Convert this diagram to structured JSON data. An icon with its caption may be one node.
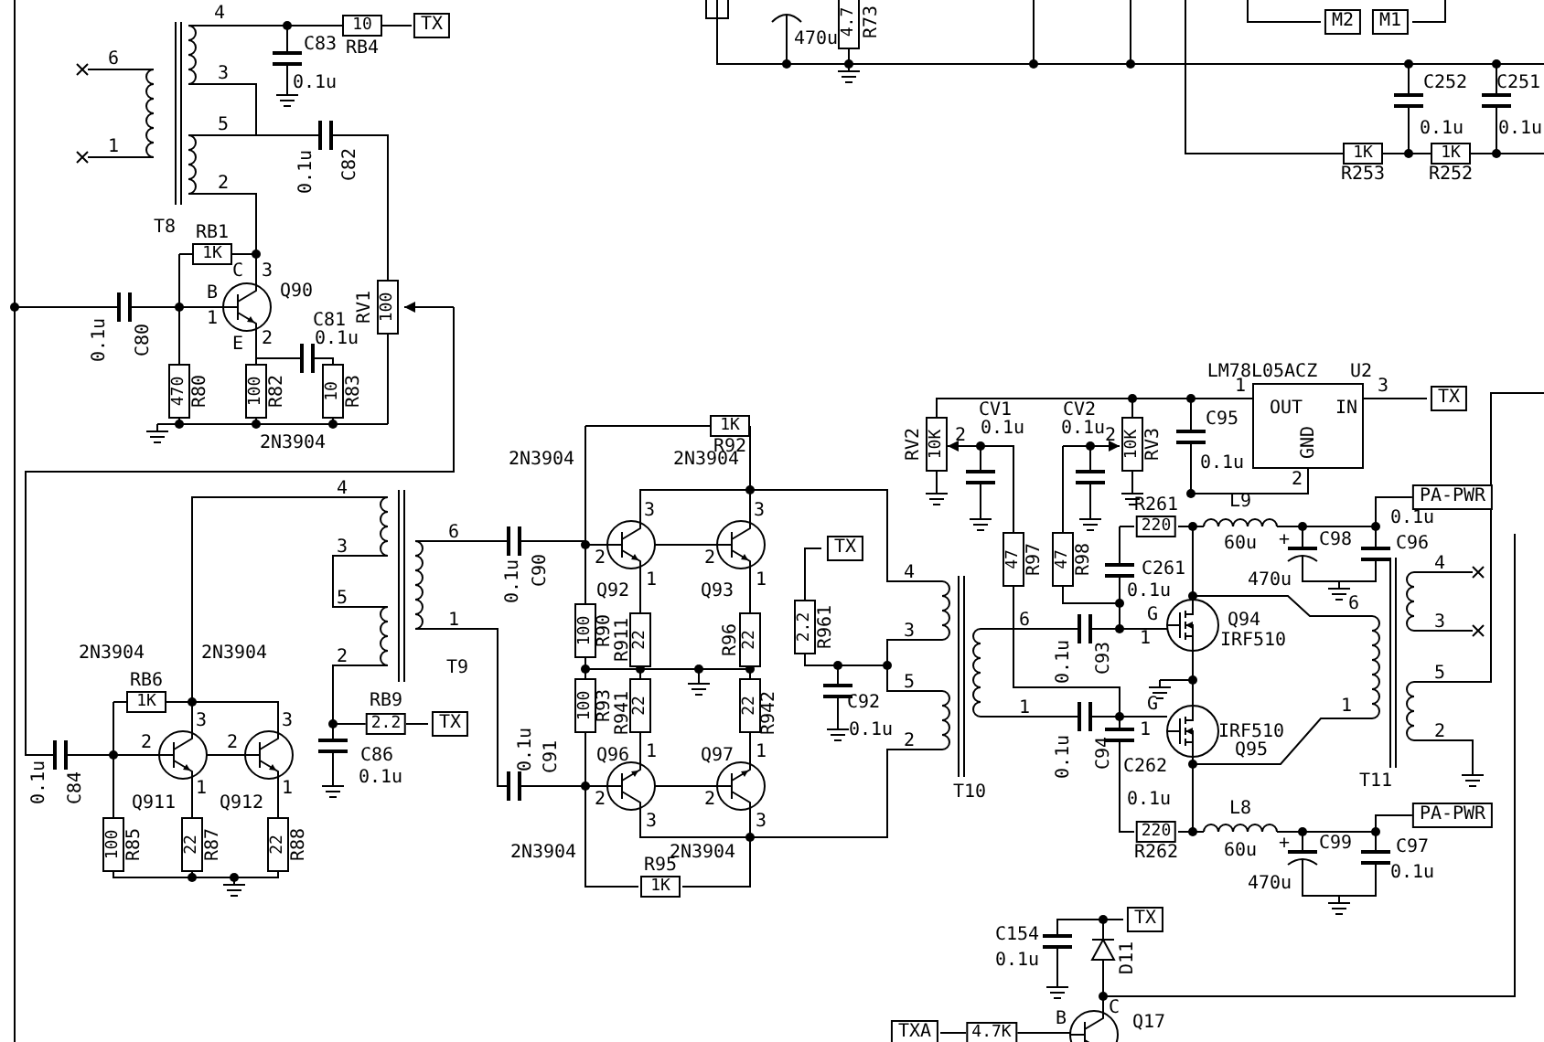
{
  "diagram": {
    "labels": [
      "4",
      "C83",
      "10",
      "RB4",
      "TX",
      "6",
      "3",
      "0.1u",
      "5",
      "1",
      "0.1u",
      "C82",
      "2",
      "T8",
      "RB1",
      "1K",
      "C",
      "3",
      "B",
      "Q90",
      "1",
      "RV1",
      "100",
      "C81",
      "E",
      "2",
      "0.1u",
      "0.1u",
      "C80",
      "470",
      "R80",
      "100",
      "R82",
      "10",
      "R83",
      "2N3904",
      "470u",
      "4.7",
      "R73",
      "M2",
      "M1",
      "C252",
      "C251",
      "0.1u",
      "0.1u",
      "1K",
      "R253",
      "1K",
      "R252",
      "LM78L05ACZ",
      "U2",
      "1",
      "OUT",
      "IN",
      "3",
      "TX",
      "GND",
      "2",
      "CV1",
      "0.1u",
      "CV2",
      "0.1u",
      "RV2",
      "10K",
      "2",
      "10K",
      "RV3",
      "2",
      "C95",
      "0.1u",
      "1K",
      "R92",
      "2N3904",
      "2N3904",
      "R261",
      "220",
      "L9",
      "60u",
      "PA-PWR",
      "4",
      "6",
      "0.1u",
      "C90",
      "3",
      "3",
      "TX",
      "+",
      "C98",
      "C96",
      "2",
      "2",
      "3",
      "4",
      "C261",
      "4",
      "470u",
      "0.1u",
      "1",
      "1",
      "Q92",
      "Q93",
      "0.1u",
      "5",
      "Q94",
      "6",
      "G",
      "1",
      "IRF510",
      "1",
      "6",
      "100",
      "R90",
      "R911",
      "22",
      "R96",
      "22",
      "2.2",
      "R961",
      "47",
      "R97",
      "47",
      "R98",
      "3",
      "3",
      "0.1u",
      "C93",
      "T9",
      "2",
      "5",
      "5",
      "100",
      "R93",
      "R941",
      "22",
      "22",
      "R942",
      "C92",
      "1",
      "G",
      "1",
      "Q96",
      "1",
      "Q97",
      "1",
      "0.1u",
      "2",
      "0.1u",
      "C94",
      "1",
      "C262",
      "IRF510",
      "Q95",
      "2",
      "T11",
      "T10",
      "2",
      "2",
      "0.1u",
      "C91",
      "3",
      "3",
      "0.1u",
      "L8",
      "220",
      "PA-PWR",
      "2N3904",
      "R95",
      "2N3904",
      "R262",
      "60u",
      "+",
      "C99",
      "C97",
      "1K",
      "470u",
      "0.1u",
      "2N3904",
      "2N3904",
      "RB6",
      "1K",
      "3",
      "3",
      "RB9",
      "2.2",
      "TX",
      "2",
      "2",
      "C86",
      "0.1u",
      "0.1u",
      "C84",
      "1",
      "1",
      "Q911",
      "Q912",
      "100",
      "R85",
      "22",
      "R87",
      "22",
      "R88",
      "TX",
      "C154",
      "D11",
      "0.1u",
      "TXA",
      "4.7K",
      "B",
      "C",
      "Q17"
    ]
  }
}
